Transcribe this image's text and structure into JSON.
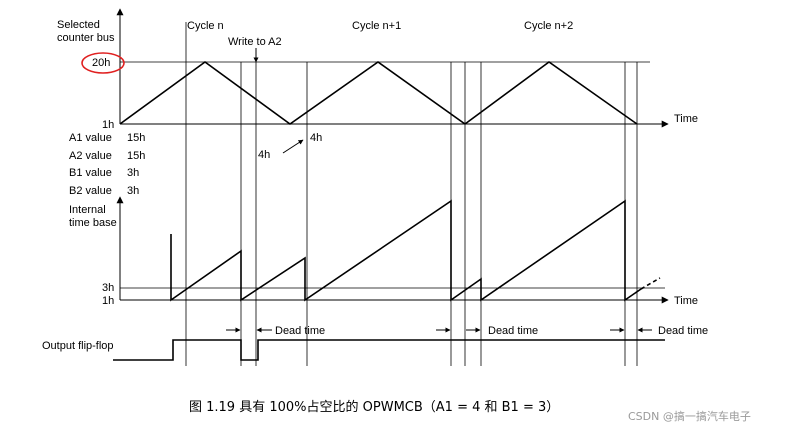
{
  "labels": {
    "y_axis_top": [
      "Selected",
      "counter bus"
    ],
    "tick_20h": "20h",
    "tick_1h_top": "1h",
    "time_top": "Time",
    "cycles": [
      "Cycle n",
      "Cycle n+1",
      "Cycle n+2"
    ],
    "write_to_a2": "Write to A2",
    "delta_4h_left": "4h",
    "delta_4h_right": "4h",
    "internal_time_base": [
      "Internal",
      "time base"
    ],
    "tick_3h": "3h",
    "tick_1h_bottom": "1h",
    "time_bottom": "Time",
    "dead_time": "Dead time",
    "output_flip_flop": "Output flip-flop"
  },
  "values": [
    {
      "name": "A1 value",
      "value": "15h"
    },
    {
      "name": "A2 value",
      "value": "15h"
    },
    {
      "name": "B1 value",
      "value": "3h"
    },
    {
      "name": "B2 value",
      "value": "3h"
    }
  ],
  "caption": "图 1.19   具有 100%占空比的 OPWMCB（A1 = 4 和 B1 = 3）",
  "watermark": "CSDN @搞一搞汽车电子",
  "colors": {
    "line": "#000000",
    "gridline": "#000000",
    "highlight_ellipse": "#e02020",
    "watermark": "#9a9a9a"
  }
}
